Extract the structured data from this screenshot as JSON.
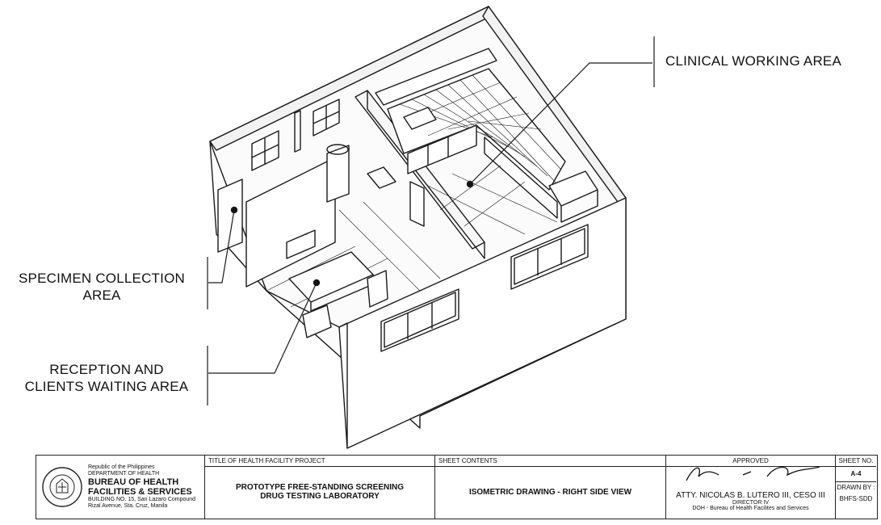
{
  "labels": {
    "clinical": "CLINICAL WORKING AREA",
    "specimen": [
      "SPECIMEN COLLECTION",
      "AREA"
    ],
    "reception": [
      "RECEPTION AND",
      "CLIENTS WAITING AREA"
    ]
  },
  "title_block": {
    "agency": {
      "republic": "Republic of the Philippines",
      "department": "DEPARTMENT OF HEALTH",
      "bureau_line1": "BUREAU OF HEALTH",
      "bureau_line2": "FACILITIES & SERVICES",
      "address1": "BUILDING NO. 15, San Lazaro Compound",
      "address2": "Rizal Avenue, Sta. Cruz, Manila"
    },
    "project": {
      "head": "TITLE OF HEALTH FACILITY PROJECT",
      "line1": "PROTOTYPE FREE-STANDING SCREENING",
      "line2": "DRUG TESTING LABORATORY"
    },
    "contents": {
      "head": "SHEET CONTENTS",
      "value": "ISOMETRIC DRAWING - RIGHT SIDE VIEW"
    },
    "approved": {
      "head": "APPROVED",
      "name": "ATTY. NICOLAS B. LUTERO III, CESO III",
      "title": "DIRECTOR IV",
      "office": "DOH - Bureau of Health Facilites and Services"
    },
    "sheet": {
      "head": "SHEET NO.",
      "value": "A-4",
      "drawn_head": "DRAWN BY :",
      "drawn_value": "BHFS-SDD"
    }
  }
}
